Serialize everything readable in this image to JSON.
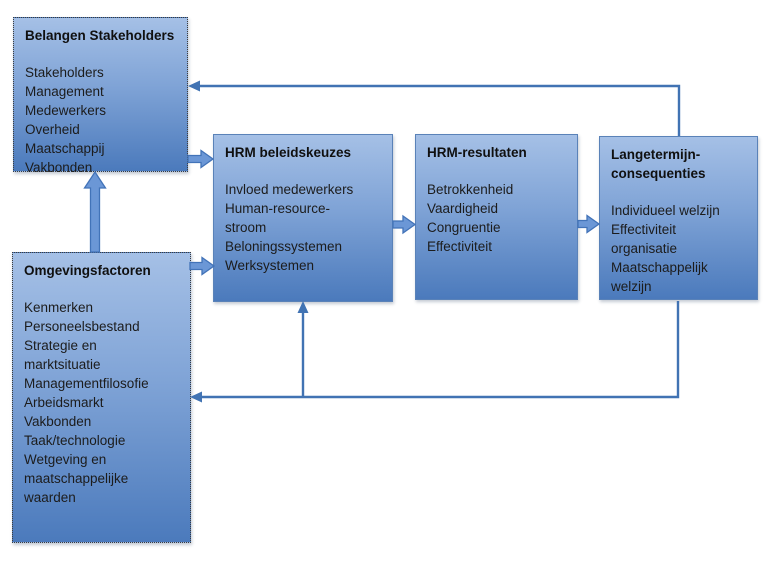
{
  "diagram": {
    "boxes": {
      "stakeholders": {
        "title_lines": [
          "Belangen Stakeholders"
        ],
        "lines": [
          "Stakeholders",
          "Management",
          "Medewerkers",
          "Overheid",
          "Maatschappij",
          "Vakbonden"
        ]
      },
      "omgeving": {
        "title_lines": [
          "Omgevingsfactoren"
        ],
        "lines": [
          "Kenmerken",
          "Personeelsbestand",
          "Strategie en",
          "marktsituatie",
          "Managementfilosofie",
          "Arbeidsmarkt",
          "Vakbonden",
          "Taak/technologie",
          "Wetgeving en",
          "maatschappelijke",
          "waarden"
        ]
      },
      "beleidskeuzes": {
        "title_lines": [
          "HRM beleidskeuzes"
        ],
        "lines": [
          "Invloed medewerkers",
          "Human-resource-",
          "stroom",
          "Beloningssystemen",
          "Werksystemen"
        ]
      },
      "resultaten": {
        "title_lines": [
          "HRM-resultaten"
        ],
        "lines": [
          "Betrokkenheid",
          "Vaardigheid",
          "Congruentie",
          "Effectiviteit"
        ]
      },
      "langetermijn": {
        "title_lines": [
          "Langetermijn-",
          "consequenties"
        ],
        "lines": [
          "Individueel welzijn",
          "Effectiviteit",
          "organisatie",
          "Maatschappelijk",
          "welzijn"
        ]
      }
    },
    "colors": {
      "box_gradient_top": "#a5c0e6",
      "box_gradient_bottom": "#4b7abc",
      "arrow_fill": "#6b97d6",
      "arrow_line": "#4173b3",
      "text": "#1c1c1c"
    }
  }
}
